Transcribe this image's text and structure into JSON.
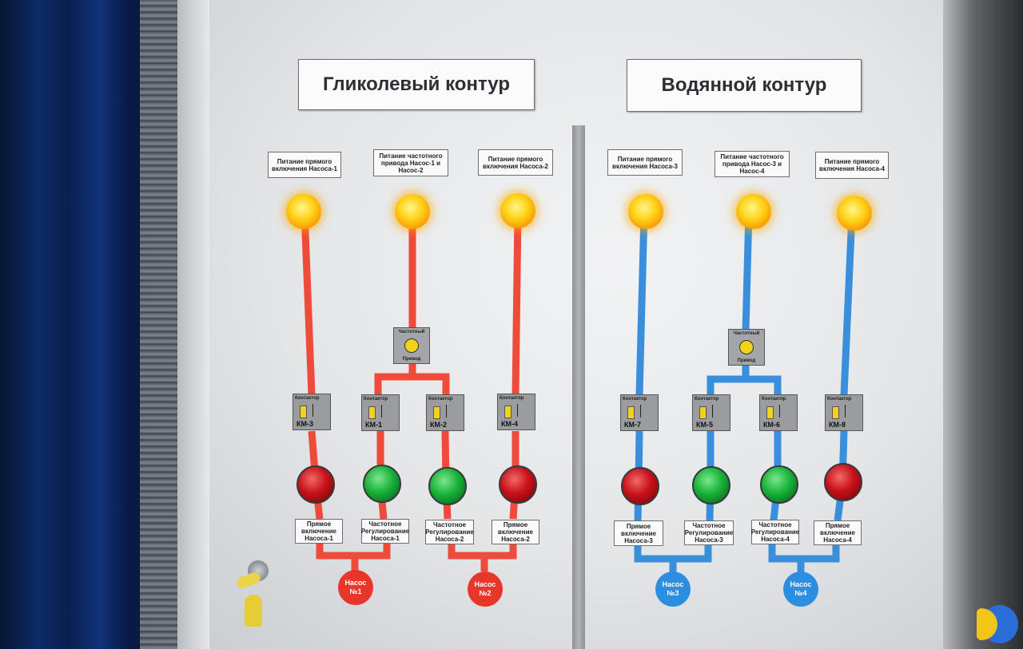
{
  "titles": {
    "glycol": "Гликолевый контур",
    "water": "Водянной контур"
  },
  "top_labels": {
    "l1": "Питание прямого включения Насоса-1",
    "l2": "Питание частотного привода Насос-1 и Насос-2",
    "l3": "Питание прямого включения Насоса-2",
    "l4": "Питание прямого включения Насоса-3",
    "l5": "Питание частотного привода Насос-3 и Насос-4",
    "l6": "Питание прямого включения Насоса-4"
  },
  "vfd": {
    "top": "Частотный",
    "bottom": "Привод"
  },
  "contactor_title": "Контактор",
  "contactors": [
    "КМ-3",
    "КМ-1",
    "КМ-2",
    "КМ-4",
    "КМ-7",
    "КМ-5",
    "КМ-6",
    "КМ-8"
  ],
  "bottom_labels": {
    "b1": "Прямое включение Насоса-1",
    "b2": "Частотное Регулирование Насоса-1",
    "b3": "Частотное Регулирование Насоса-2",
    "b4": "Прямое включение Насоса-2",
    "b5": "Прямое включение Насоса-3",
    "b6": "Частотное Регулирование Насоса-3",
    "b7": "Частотное Регулирование Насоса-4",
    "b8": "Прямое включение Насоса-4"
  },
  "pumps": {
    "p1": "Насос №1",
    "p2": "Насос №2",
    "p3": "Насос №3",
    "p4": "Насос №4"
  },
  "colors": {
    "glycol_line": "#ee4b3a",
    "water_line": "#3a8fdc",
    "indicator_yellow": "#ffc21a",
    "indicator_red": "#c8121a",
    "indicator_green": "#18b43a"
  }
}
